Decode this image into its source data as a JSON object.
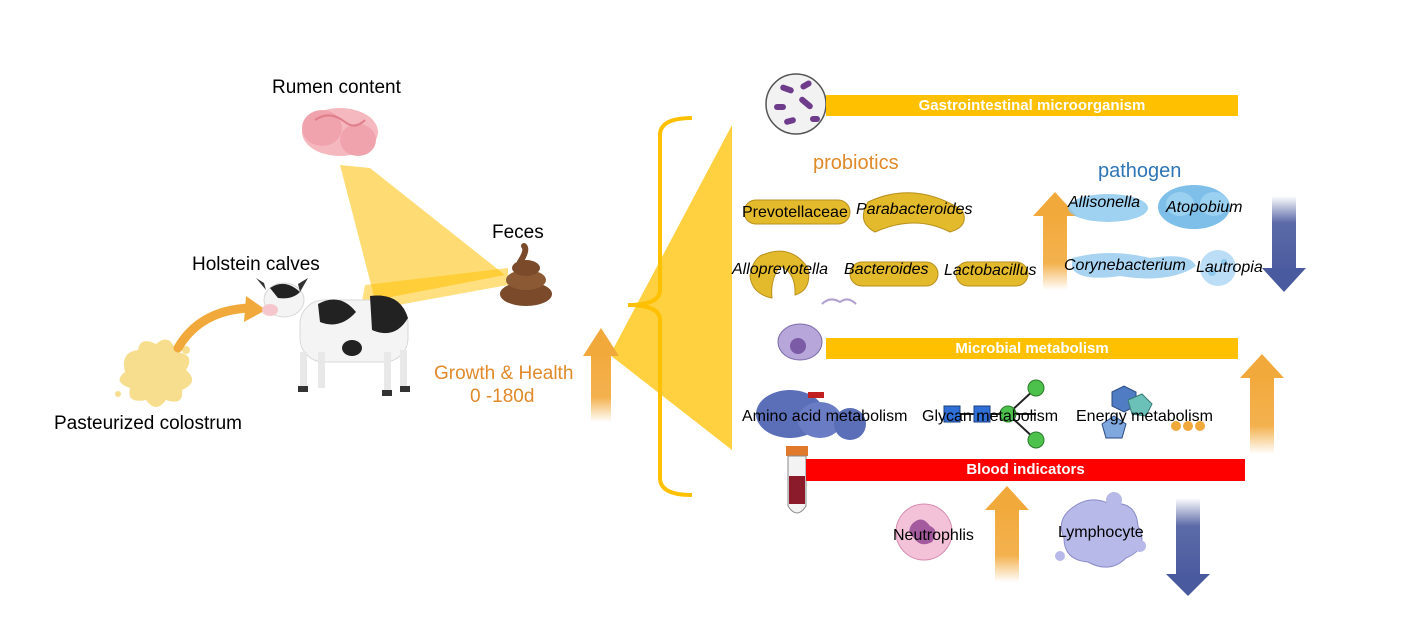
{
  "left": {
    "rumen_label": "Rumen content",
    "feces_label": "Feces",
    "calves_label": "Holstein calves",
    "colostrum_label": "Pasteurized colostrum",
    "growth_line1": "Growth & Health",
    "growth_line2": "0 -180d"
  },
  "gi": {
    "title": "Gastrointestinal microorganism",
    "probiotics_heading": "probiotics",
    "pathogen_heading": "pathogen",
    "probiotics": [
      "Prevotellaceae",
      "Parabacteroides",
      "Alloprevotella",
      "Bacteroides",
      "Lactobacillus"
    ],
    "pathogens": [
      "Allisonella",
      "Atopobium",
      "Corynebacterium",
      "Lautropia"
    ]
  },
  "metabolism": {
    "title": "Microbial metabolism",
    "items": [
      "Amino acid metabolism",
      "Glycan metabolism",
      "Energy metabolism"
    ]
  },
  "blood": {
    "title": "Blood indicators",
    "items": [
      "Neutrophlis",
      "Lymphocyte"
    ]
  },
  "colors": {
    "yellow_bar": "#FFC000",
    "red_bar": "#FF0000",
    "orange_text": "#E08A2A",
    "pathogen_text": "#2E75B6",
    "up_arrow": "#F2A93B",
    "down_arrow": "#4A5A9E"
  }
}
